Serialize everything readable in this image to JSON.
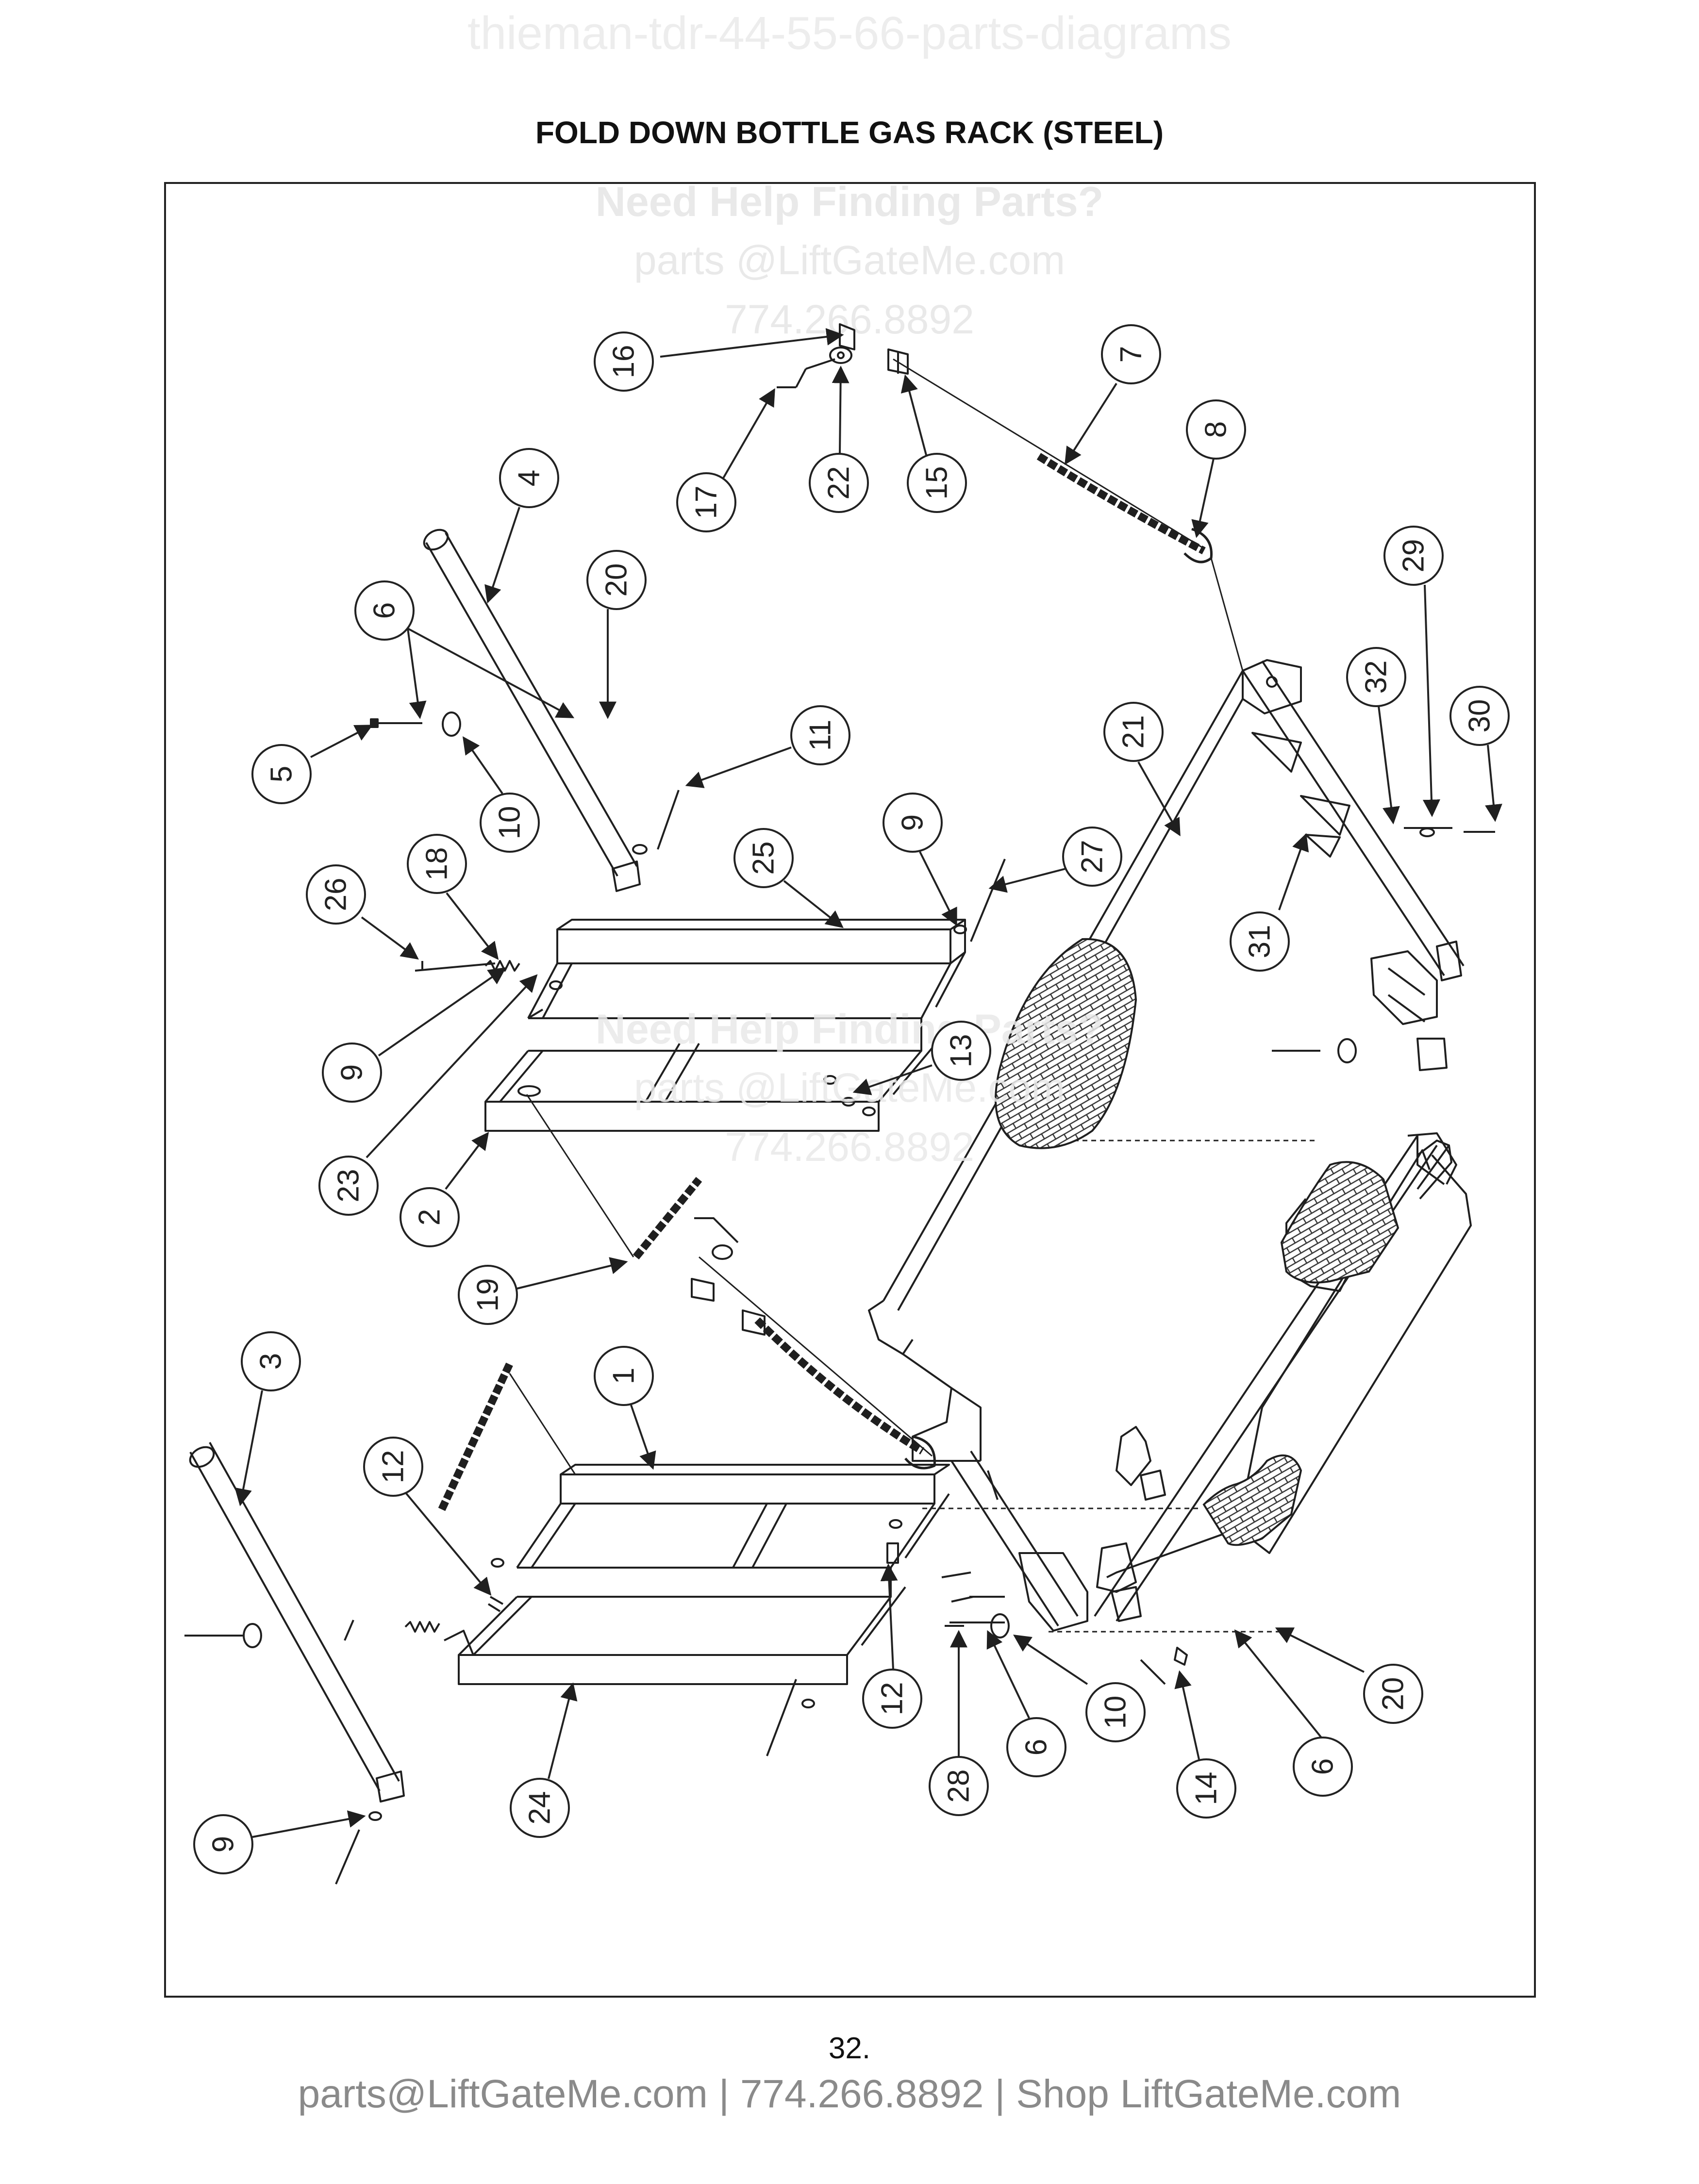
{
  "header_watermark": "thieman-tdr-44-55-66-parts-diagrams",
  "title": "FOLD DOWN BOTTLE GAS RACK (STEEL)",
  "watermarks": [
    {
      "line1": "Need Help Finding Parts?",
      "line2": "parts @LiftGateMe.com",
      "line3": "774.266.8892"
    },
    {
      "line1": "Need Help Finding Parts?",
      "line2": "parts @LiftGateMe.com",
      "line3": "774.266.8892"
    }
  ],
  "callouts": [
    "16",
    "7",
    "17",
    "22",
    "15",
    "8",
    "4",
    "20",
    "6",
    "29",
    "32",
    "30",
    "5",
    "10",
    "11",
    "21",
    "26",
    "18",
    "25",
    "9",
    "27",
    "31",
    "9",
    "13",
    "23",
    "2",
    "19",
    "3",
    "1",
    "12",
    "12",
    "10",
    "20",
    "6",
    "28",
    "6",
    "14",
    "24",
    "9"
  ],
  "page_number": "32.",
  "footer": {
    "email": "parts@LiftGateMe.com",
    "sep1": " | ",
    "phone": "774.266.8892",
    "sep2": " | ",
    "shop": "Shop LiftGateMe.com"
  },
  "colors": {
    "line": "#1f1f1f",
    "watermark": "#e6e6e6",
    "footer": "#8a8a8a"
  }
}
